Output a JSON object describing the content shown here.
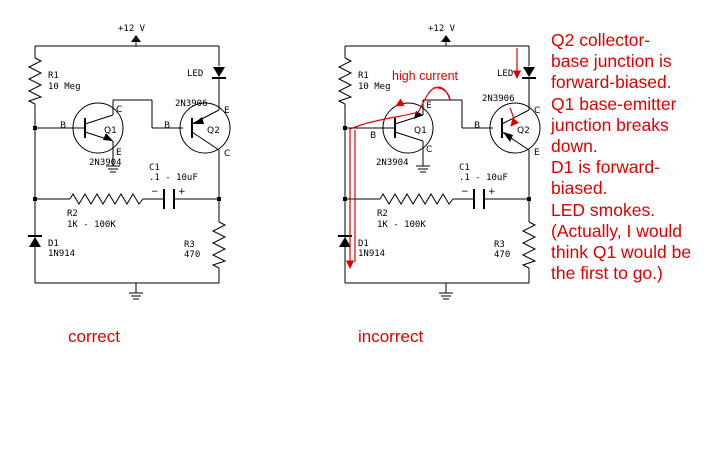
{
  "left": {
    "supply": "+12 V",
    "r1": "R1",
    "r1_val": "10 Meg",
    "led": "LED",
    "q2_part": "2N3906",
    "q1": "Q1",
    "q2": "Q2",
    "q1_part": "2N3904",
    "c1": "C1",
    "c1_val": ".1 - 10uF",
    "r2": "R2",
    "r2_val": "1K - 100K",
    "r3": "R3",
    "r3_val": "470",
    "d1": "D1",
    "d1_part": "1N914",
    "pin_b": "B",
    "pin_c": "C",
    "pin_e": "E",
    "minus": "−",
    "plus": "+",
    "caption": "correct"
  },
  "right": {
    "supply": "+12 V",
    "r1": "R1",
    "r1_val": "10 Meg",
    "led": "LED",
    "q2_part": "2N3906",
    "q1": "Q1",
    "q2": "Q2",
    "q1_part": "2N3904",
    "c1": "C1",
    "c1_val": ".1 - 10uF",
    "r2": "R2",
    "r2_val": "1K - 100K",
    "r3": "R3",
    "r3_val": "470",
    "d1": "D1",
    "d1_part": "1N914",
    "pin_b": "B",
    "pin_c": "C",
    "pin_e": "E",
    "minus": "−",
    "plus": "+",
    "annotation": "high current",
    "caption": "incorrect"
  },
  "note_lines": [
    "Q2 collector-",
    "base junction is",
    "forward-biased.",
    "Q1 base-emitter",
    "junction breaks",
    "down.",
    "D1 is forward-",
    "biased.",
    "LED smokes.",
    "(Actually, I would",
    "think Q1 would be",
    "the first to go.)"
  ],
  "colors": {
    "ink": "#000000",
    "annotation": "#e00000",
    "background": "#ffffff"
  }
}
